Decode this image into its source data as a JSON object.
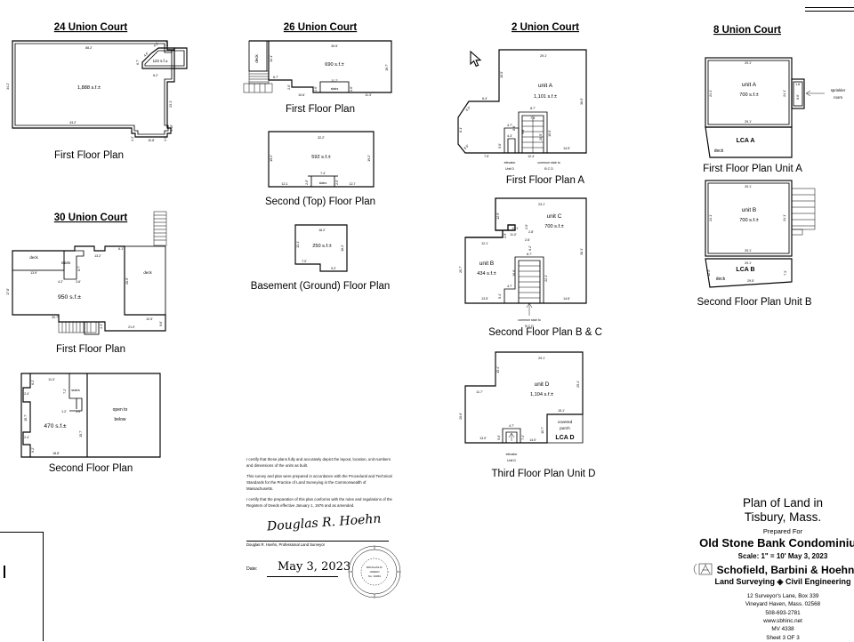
{
  "document": {
    "sheet_label": "Sheet 3 OF 3"
  },
  "plans": {
    "uc24": {
      "title": "24 Union Court",
      "caption": "First Floor Plan",
      "area_main": "1,888 s.f.±",
      "area_bump": "122 s.f.±",
      "dims": {
        "top": "88.2'",
        "left": "34.2'",
        "bottom": "43.2'",
        "right": "23.1'",
        "bump_62": "6.2'",
        "bump_67": "6.7'",
        "bump_46": "4.6'",
        "bump_42": "4.2'",
        "bump_20": "2.0'",
        "b_108": "10.8'",
        "b_22": "2.2'",
        "b_20": "2.0'",
        "b_145": "1.45'"
      }
    },
    "uc26": {
      "title": "26 Union Court",
      "first": {
        "caption": "First Floor Plan",
        "area": "690 s.f.±",
        "deck_label": "deck",
        "stairs_label": "stairs",
        "dims": {
          "top": "39.5'",
          "right": "19.7'",
          "deck_left": "14.1'",
          "l_141": "14.1'",
          "l_67": "6.7'",
          "b_105": "10.6'",
          "b_117": "11.7'",
          "b_113": "11.3'",
          "b_20a": "2.0'",
          "b_20b": "2.0'",
          "b_20c": "2.0'"
        }
      },
      "second": {
        "caption": "Second (Top) Floor Plan",
        "area": "592 s.f.±",
        "stairs_label": "stairs",
        "dims": {
          "top": "32.2'",
          "left": "19.2'",
          "right": "19.2'",
          "b_121": "12.1",
          "b_74": "7.4'",
          "b_127": "12.7",
          "b_20a": "2.0'",
          "b_20b": "2.0'"
        }
      },
      "basement": {
        "caption": "Basement (Ground) Floor Plan",
        "area": "250 s.f.±",
        "dims": {
          "top": "16.2'",
          "left": "13.1'",
          "right": "16.2'",
          "b_70": "7.0'",
          "b_92": "9.2'"
        }
      }
    },
    "uc30": {
      "title": "30 Union Court",
      "first": {
        "caption": "First Floor Plan",
        "area": "950 s.f.±",
        "deck_left": "deck",
        "deck_right": "deck",
        "stairs_label": "stairs",
        "dims": {
          "left": "17.8'",
          "deck_13": "13.9'",
          "top_132": "13.2'",
          "top_61": "6.1'",
          "right_265": "26.5'",
          "right_125": "12.5'",
          "right_96": "9.6'",
          "b_207": "20.7'",
          "b_210": "21.0'",
          "b_41": "4.1'",
          "b_42": "4.2'",
          "stair_87": "8.7'",
          "stair_36": "3.6'"
        }
      },
      "second": {
        "caption": "Second Floor Plan",
        "area": "470 s.f.±",
        "open_label": "open to\nbelow",
        "stairs_label": "stairs",
        "dims": {
          "top": "11.0'",
          "l_62a": "6.2'",
          "l_24a": "2.4'",
          "l_157": "15.7'",
          "l_24b": "2.4'",
          "l_62b": "6.2'",
          "b_188": "18.8'",
          "r_157": "15.7'",
          "s_72": "7.2'",
          "s_12": "1.2'",
          "s_30": "3.0'"
        }
      }
    },
    "uc2": {
      "title": "2 Union Court",
      "a": {
        "caption": "First Floor Plan A",
        "unit": "unit A",
        "area": "1,101 s.f.±",
        "elevator_label": "elevator\nUnit D",
        "stair_label": "common stair to\nB C D",
        "dims": {
          "top": "29.1'",
          "right": "36.0'",
          "l_155": "15.5'",
          "l_64": "6.4'",
          "l_65": "6.5'",
          "l_81": "8.1'",
          "l_85": "8.5'",
          "l_75": "7.5'",
          "b_147": "14.5'",
          "s_87": "8.7'",
          "s_74": "7.4'",
          "s_155": "15.5'",
          "s_205": "20.5'",
          "s_98": "9.8'",
          "s_86": "8.6'",
          "s_47": "4.7'",
          "s_43": "4.3'",
          "s_124": "12.4'",
          "s_50": "5.0'"
        }
      },
      "bc": {
        "caption": "Second Floor Plan B & C",
        "unit_c": "unit C",
        "area_c": "700 s.f.±",
        "unit_b": "unit B",
        "area_b": "434 s.f.±",
        "stair_label": "common stair to\nB C D",
        "dims": {
          "top": "23.1'",
          "right": "36.1'",
          "c_129": "12.9'",
          "c_131": "13.1'",
          "c_110": "11.0'",
          "c_29": "2.9'",
          "c_28": "2.8'",
          "c_26": "2.6'",
          "c_20": "2.0'",
          "b_121": "12.1'",
          "b_207": "20.7'",
          "b_135": "13.5'",
          "b_47": "4.7'",
          "b_54": "5.4'",
          "s_87": "8.7'",
          "s_62": "6.2'",
          "s_106": "10.6'",
          "s_221": "22.1'",
          "bot_146": "14.6'"
        }
      },
      "d": {
        "caption": "Third Floor Plan Unit D",
        "unit": "unit D",
        "area": "1,104 s.f.±",
        "porch_label": "covered\nporch",
        "lca": "LCA D",
        "elevator_label": "elevator\nUnit D",
        "dims": {
          "top": "29.1'",
          "right": "25.4'",
          "l_154": "15.4'",
          "l_117": "11.7'",
          "l_206": "20.6'",
          "b_130": "13.0'",
          "p_151": "15.1'",
          "p_107": "10.7'",
          "e_47": "4.7'",
          "e_50": "5.0'",
          "e_74": "7.4'",
          "e_140": "14.0'"
        }
      }
    },
    "uc8": {
      "title": "8 Union Court",
      "a": {
        "caption": "First Floor Plan Unit A",
        "unit": "unit A",
        "area": "700 s.f.±",
        "lca": "LCA A",
        "deck_label": "deck",
        "sprinkler_label": "sprinkler\nroom",
        "dims": {
          "top": "29.1'",
          "left": "24.1'",
          "right": "24.1'",
          "bottom": "29.1'",
          "sp_16": "1.6'",
          "sp_80": "8.0'"
        }
      },
      "b": {
        "caption": "Second Floor Plan Unit B",
        "unit": "unit B",
        "area": "700 s.f.±",
        "lca": "LCA B",
        "deck_label": "deck",
        "dims": {
          "top": "29.1'",
          "left": "24.1'",
          "right": "24.1'",
          "bottom": "29.1'",
          "lca_top": "29.1'",
          "lca_left": "12.4'",
          "lca_right": "7.3'",
          "lca_bottom": "29.5'"
        }
      }
    }
  },
  "certification": {
    "para1": "I certify that these plans fully and accurately depict the layout, location, unit numbers and dimensions of the units as built.",
    "para2": "This survey and plan were prepared in accordance with the Procedural and Technical Standards for the Practice of Land Surveying in the Commonwealth of Massachusetts.",
    "para3": "I certify that the preparation of this plan conforms with the rules and regulations of the Registers of Deeds effective January 1, 1976 and as amended.",
    "signature_script": "Douglas R. Hoehn",
    "signature_name": "Douglas R. Hoehn, Professional Land Surveyor",
    "date_label": "Date:",
    "date_value": "May 3, 2023",
    "seal_text": "DOUGLAS R. HOEHN No. 34364"
  },
  "title_block": {
    "line1": "Plan of Land in",
    "line2": "Tisbury, Mass.",
    "prepared_for": "Prepared For",
    "client": "Old Stone Bank Condominium",
    "scale": "Scale: 1\" = 10'  May 3, 2023",
    "firm": "Schofield, Barbini & Hoehn Inc.",
    "services": "Land Surveying ◈ Civil Engineering",
    "address1": "12 Surveyor's Lane, Box 339",
    "address2": "Vineyard Haven, Mass. 02568",
    "phone": "508-693-2781",
    "website": "www.sbhinc.net",
    "job": "MV 4338",
    "sheet": "Sheet 3 OF 3"
  }
}
